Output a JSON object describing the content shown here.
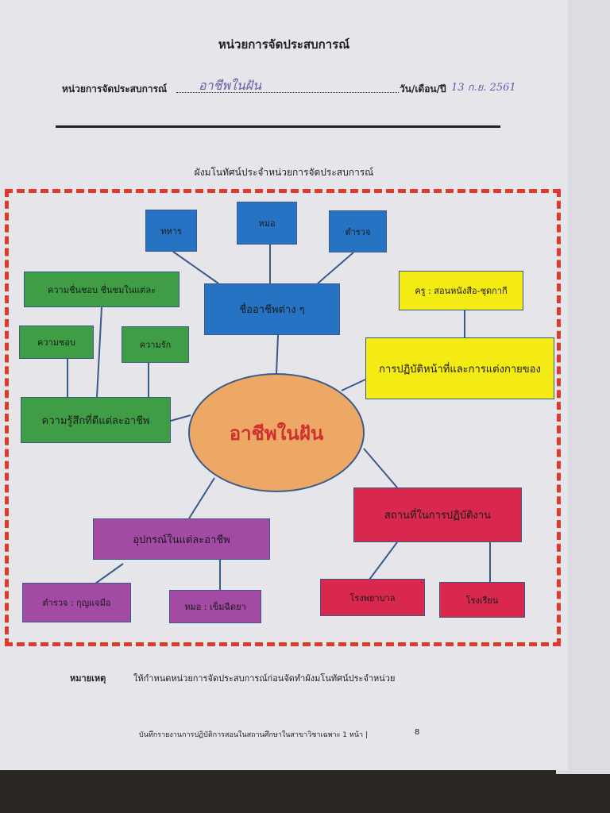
{
  "header": {
    "title": "หน่วยการจัดประสบการณ์",
    "unit_label": "หน่วยการจัดประสบการณ์",
    "unit_value": "อาชีพในฝัน",
    "date_label": "วัน/เดือน/ปี",
    "date_value": "13 ก.ย. 2561"
  },
  "map_title": "ผังมโนทัศน์ประจำหน่วยการจัดประสบการณ์",
  "mindmap": {
    "center": "อาชีพในฝัน",
    "names": {
      "label": "ชื่ออาชีพต่าง ๆ",
      "children": [
        "ทหาร",
        "หมอ",
        "ตำรวจ"
      ]
    },
    "feelings": {
      "label": "ความรู้สึกที่ดีแต่ละอาชีพ",
      "children": [
        "ความชื่นชอบ  ชื่นชมในแต่ละ",
        "ความชอบ",
        "ความรัก"
      ]
    },
    "duties": {
      "label": "การปฏิบัติหน้าที่และการแต่งกายของ",
      "children": [
        "ครู : สอนหนังสือ-ชุดกากี"
      ]
    },
    "tools": {
      "label": "อุปกรณ์ในแต่ละอาชีพ",
      "children": [
        "ตำรวจ : กุญแจมือ",
        "หมอ : เข็มฉีดยา"
      ]
    },
    "places": {
      "label": "สถานที่ในการปฏิบัติงาน",
      "children": [
        "โรงพยาบาล",
        "โรงเรียน"
      ]
    }
  },
  "note": {
    "label": "หมายเหตุ",
    "text": "ให้กำหนดหน่วยการจัดประสบการณ์ก่อนจัดทำผังมโนทัศน์ประจำหน่วย"
  },
  "footer": {
    "text": "บันทึกรายงานการปฏิบัติการสอนในสถานศึกษาในสาขาวิชาเฉพาะ 1  หน้า |",
    "page": "8"
  },
  "colors": {
    "frame": "#e03a2e",
    "blue": "#2673c4",
    "green": "#3f9e45",
    "yellow": "#f4ea14",
    "purple": "#a24aa4",
    "red": "#d8284e",
    "center": "#eea866"
  }
}
